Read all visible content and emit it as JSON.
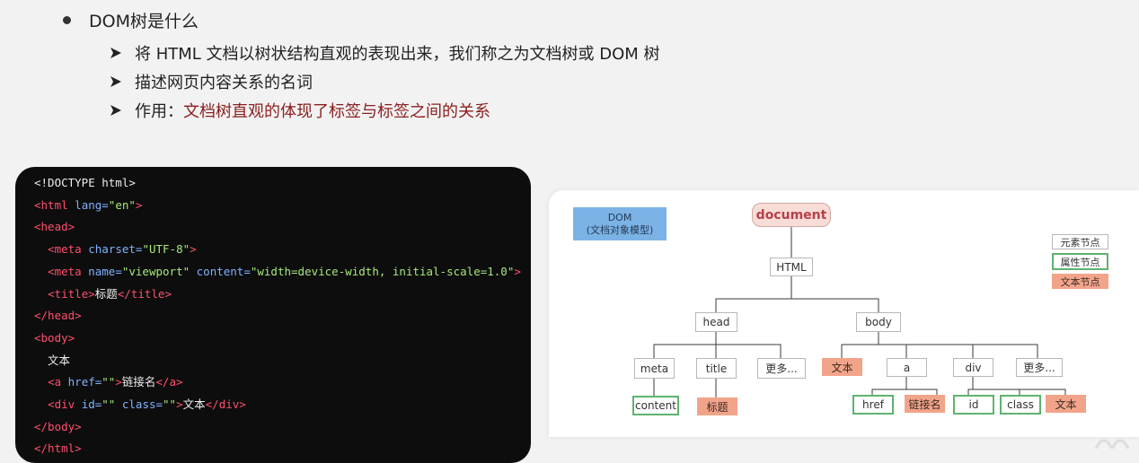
{
  "slide": {
    "bullet": "DOM树是什么",
    "points": [
      {
        "text": "将 HTML 文档以树状结构直观的表现出来，我们称之为文档树或 DOM 树"
      },
      {
        "text": "描述网页内容关系的名词"
      },
      {
        "label": "作用：",
        "highlight": "文档树直观的体现了标签与标签之间的关系"
      }
    ]
  },
  "code": {
    "lines": [
      [
        [
          "txt",
          "<!DOCTYPE html>"
        ]
      ],
      [
        [
          "tag",
          "<html"
        ],
        [
          "attr",
          " lang="
        ],
        [
          "str",
          "\"en\""
        ],
        [
          "tag",
          ">"
        ]
      ],
      [
        [
          "tag",
          "<head>"
        ]
      ],
      [
        [
          "txt",
          "  "
        ],
        [
          "tag",
          "<meta"
        ],
        [
          "attr",
          " charset="
        ],
        [
          "str",
          "\"UTF-8\""
        ],
        [
          "tag",
          ">"
        ]
      ],
      [
        [
          "txt",
          "  "
        ],
        [
          "tag",
          "<meta"
        ],
        [
          "attr",
          " name="
        ],
        [
          "str",
          "\"viewport\""
        ],
        [
          "attr",
          " content="
        ],
        [
          "str",
          "\"width=device-width, initial-scale=1.0\""
        ],
        [
          "tag",
          ">"
        ]
      ],
      [
        [
          "txt",
          "  "
        ],
        [
          "tag",
          "<title>"
        ],
        [
          "txt",
          "标题"
        ],
        [
          "tag",
          "</title>"
        ]
      ],
      [
        [
          "tag",
          "</head>"
        ]
      ],
      [
        [
          "tag",
          "<body>"
        ]
      ],
      [
        [
          "txt",
          "  文本"
        ]
      ],
      [
        [
          "txt",
          "  "
        ],
        [
          "tag",
          "<a"
        ],
        [
          "attr",
          " href="
        ],
        [
          "str",
          "\"\""
        ],
        [
          "tag",
          ">"
        ],
        [
          "txt",
          "链接名"
        ],
        [
          "tag",
          "</a>"
        ]
      ],
      [
        [
          "txt",
          "  "
        ],
        [
          "tag",
          "<div"
        ],
        [
          "attr",
          " id="
        ],
        [
          "str",
          "\"\""
        ],
        [
          "attr",
          " class="
        ],
        [
          "str",
          "\"\""
        ],
        [
          "tag",
          ">"
        ],
        [
          "txt",
          "文本"
        ],
        [
          "tag",
          "</div>"
        ]
      ],
      [
        [
          "tag",
          "</body>"
        ]
      ],
      [
        [
          "tag",
          "</html>"
        ]
      ]
    ]
  },
  "diagram": {
    "dom_label_line1": "DOM",
    "dom_label_line2": "(文档对象模型)",
    "legend": {
      "element": "元素节点",
      "attribute": "属性节点",
      "text": "文本节点"
    },
    "nodes": {
      "document": "document",
      "html": "HTML",
      "head": "head",
      "body": "body",
      "meta": "meta",
      "title": "title",
      "more_head": "更多...",
      "text_body": "文本",
      "a": "a",
      "div": "div",
      "more_body": "更多...",
      "content": "content",
      "title_text": "标题",
      "href": "href",
      "link_text": "链接名",
      "id": "id",
      "class": "class",
      "div_text": "文本"
    }
  },
  "colors": {
    "accent_text": "#8b1e1e",
    "element_border": "#b8b8b8",
    "attribute_border": "#5fb36e",
    "text_fill": "#f2a48a",
    "dom_box": "#7cb3e6",
    "document_fill": "#f7dcd7"
  }
}
